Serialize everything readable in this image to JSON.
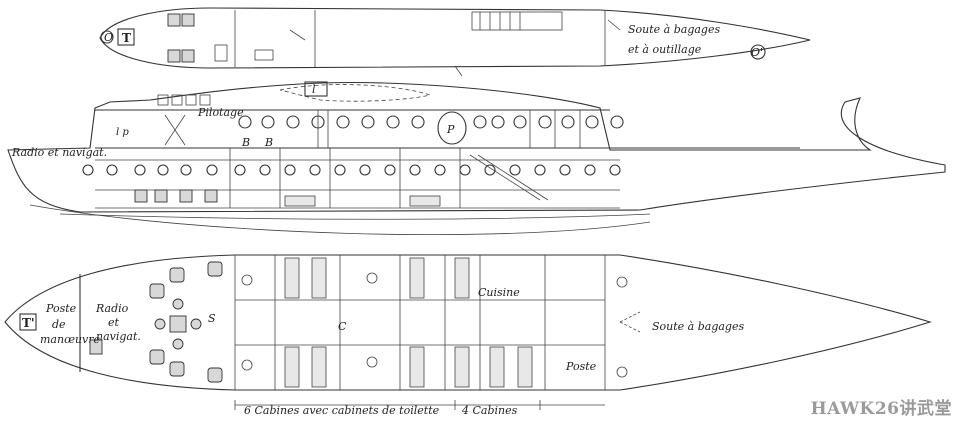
{
  "labels": {
    "soute_bagages_outillage_1": "Soute à bagages",
    "soute_bagages_outillage_2": "et à outillage",
    "pilotage": "Pilotage",
    "radio_navigat_side": "Radio et navigat.",
    "poste_1": "Poste",
    "poste_2": "de",
    "poste_3": "manœuvre",
    "radio_plan_1": "Radio",
    "radio_plan_2": "et",
    "radio_plan_3": "navigat.",
    "cuisine": "Cuisine",
    "soute_bagages": "Soute à bagages",
    "poste_right": "Poste",
    "cabins_6": "6 Cabines avec cabinets de toilette",
    "cabins_4": "4 Cabines",
    "mark_S": "S",
    "mark_C": "C",
    "mark_P": "P",
    "mark_B1": "B",
    "mark_B2": "B",
    "mark_O": "O",
    "mark_T_top": "T",
    "mark_O_prime": "O'",
    "mark_T_plan": "T'",
    "mark_l": "l",
    "mark_lp": "l p"
  },
  "watermark": "HAWK26讲武堂"
}
